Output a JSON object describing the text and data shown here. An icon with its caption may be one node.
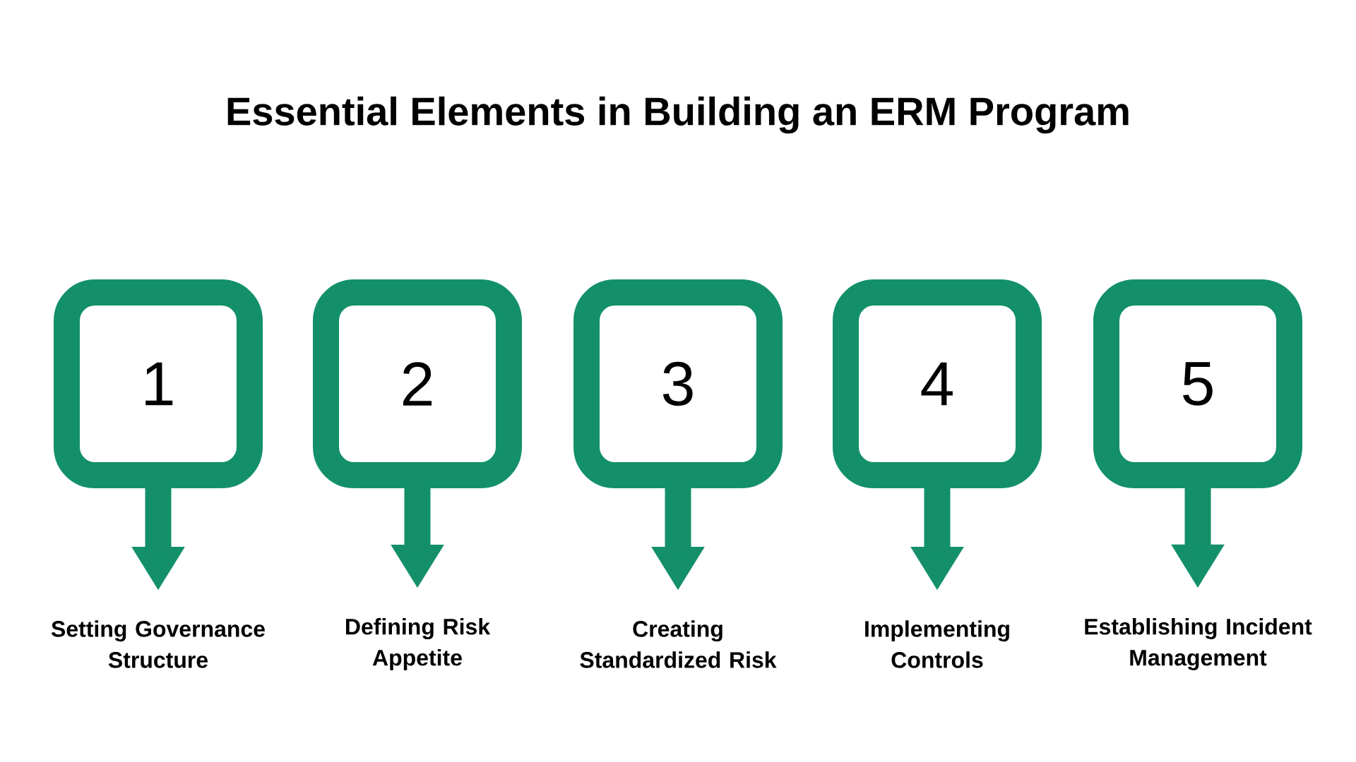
{
  "diagram": {
    "title": "Essential Elements in Building an ERM Program",
    "nodes": [
      {
        "text": [
          "1"
        ]
      },
      {
        "text": [
          "2"
        ]
      },
      {
        "text": [
          "3"
        ]
      },
      {
        "text": [
          "4"
        ]
      },
      {
        "text": [
          "5"
        ]
      },
      {
        "text": [
          "Setting Governance Structure"
        ]
      },
      {
        "text": [
          "Defining Risk Appetite"
        ]
      },
      {
        "text": [
          "Creating Standardized Risk"
        ]
      },
      {
        "text": [
          "Implementing Controls"
        ]
      },
      {
        "text": [
          "Establishing Incident Management"
        ]
      }
    ],
    "edges": [
      {
        "from": 0,
        "to": 5,
        "arrow": "to"
      },
      {
        "from": 1,
        "to": 6,
        "arrow": "to"
      },
      {
        "from": 2,
        "to": 7,
        "arrow": "to"
      },
      {
        "from": 3,
        "to": 8,
        "arrow": "to"
      },
      {
        "from": 4,
        "to": 9,
        "arrow": "to"
      }
    ]
  }
}
